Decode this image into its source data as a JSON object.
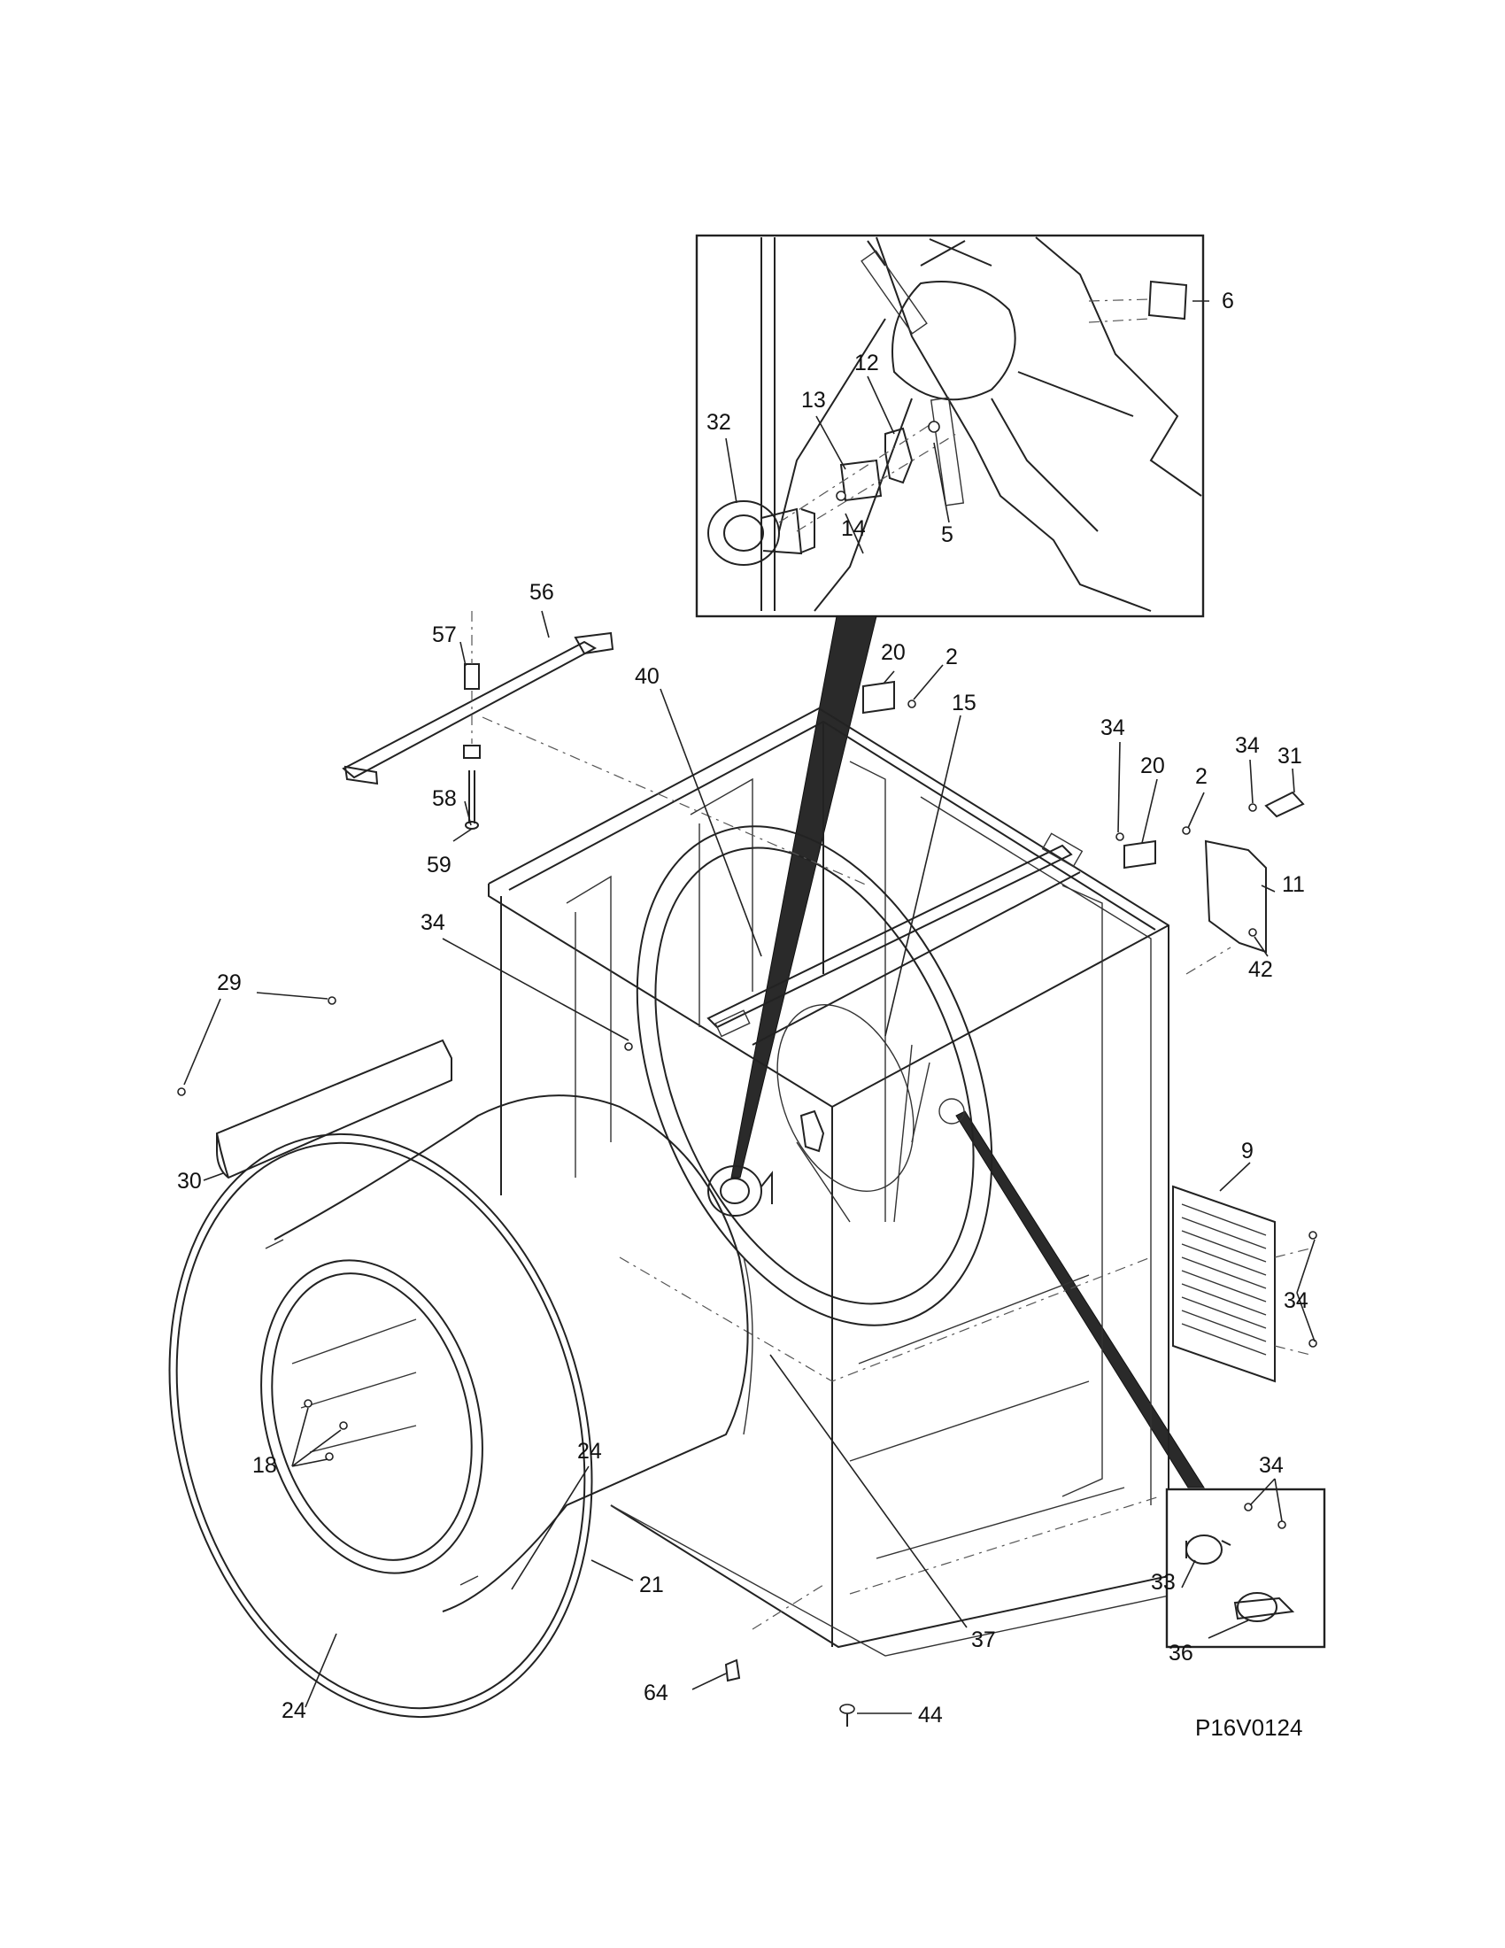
{
  "diagram_code": "P16V0124",
  "callouts": {
    "c2a": "2",
    "c2b": "2",
    "c5": "5",
    "c6": "6",
    "c9": "9",
    "c11": "11",
    "c12": "12",
    "c13": "13",
    "c14": "14",
    "c15": "15",
    "c18": "18",
    "c20a": "20",
    "c20b": "20",
    "c21": "21",
    "c24a": "24",
    "c24b": "24",
    "c29": "29",
    "c30": "30",
    "c31": "31",
    "c32": "32",
    "c33": "33",
    "c34a": "34",
    "c34b": "34",
    "c34c": "34",
    "c34d": "34",
    "c34e": "34",
    "c36": "36",
    "c37": "37",
    "c40": "40",
    "c42": "42",
    "c44": "44",
    "c56": "56",
    "c57": "57",
    "c58": "58",
    "c59": "59",
    "c64": "64"
  }
}
